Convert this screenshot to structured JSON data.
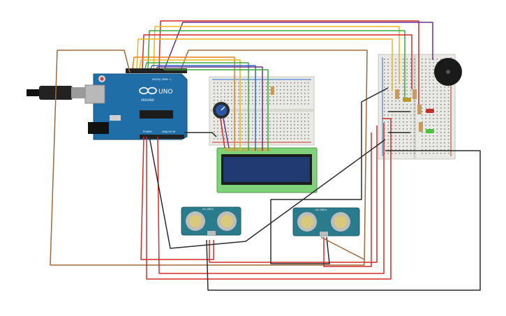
{
  "arduino": {
    "brand": "UNO",
    "logo_text": "ARDUINO",
    "digital_label": "DIGITAL (PWM ~)",
    "power_label": "POWER",
    "analog_label": "ANALOG IN"
  },
  "sensors": [
    {
      "model": "HC-SR04"
    },
    {
      "model": "HC-SR04"
    }
  ],
  "colors": {
    "board_blue": "#1f6ea8",
    "breadboard": "#e9e9e6",
    "lcd_frame": "#7fd27a",
    "lcd_screen": "#223a72",
    "sensor_teal": "#2a7c8c",
    "wire_red": "#d42a26",
    "wire_black": "#2a2a2a",
    "wire_brown": "#a0683a",
    "wire_purple": "#6b2f8f",
    "wire_green": "#3aa83a",
    "wire_yellow": "#e7b51c",
    "wire_orange": "#e77f1c",
    "wire_blue": "#2a6bd1",
    "led_red": "#c0302a",
    "led_green": "#4cc23a"
  }
}
